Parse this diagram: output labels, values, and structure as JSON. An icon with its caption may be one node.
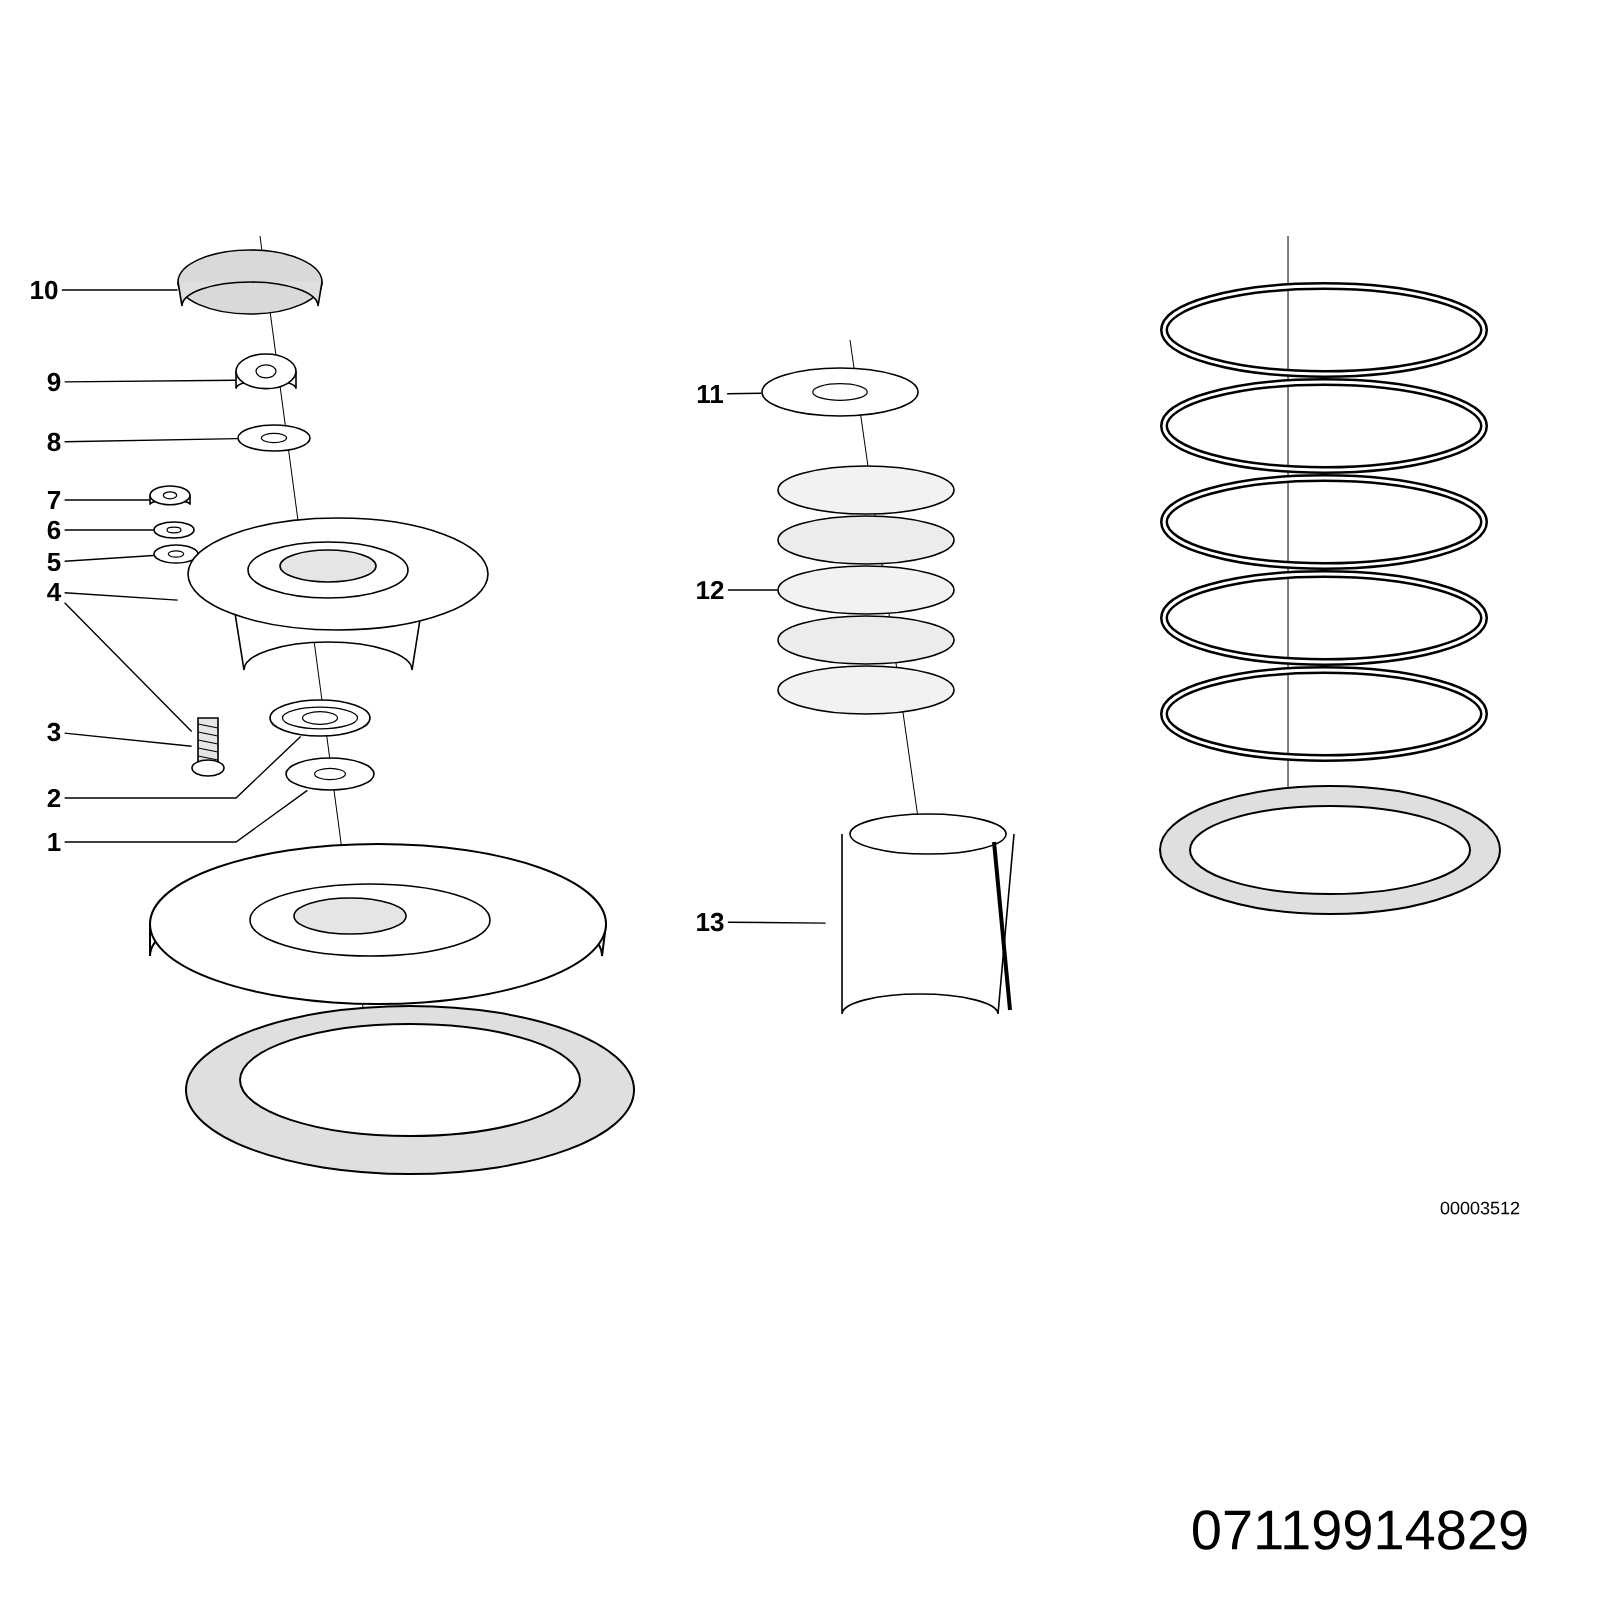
{
  "diagram": {
    "nodes": [
      {
        "text": [
          "10"
        ]
      },
      {
        "text": [
          "9"
        ]
      },
      {
        "text": [
          "8"
        ]
      },
      {
        "text": [
          "7"
        ]
      },
      {
        "text": [
          "6"
        ]
      },
      {
        "text": [
          "5"
        ]
      },
      {
        "text": [
          "4"
        ]
      },
      {
        "text": [
          "3"
        ]
      },
      {
        "text": [
          "2"
        ]
      },
      {
        "text": [
          "1"
        ]
      },
      {
        "text": [
          "11"
        ]
      },
      {
        "text": [
          "12"
        ]
      },
      {
        "text": [
          "13"
        ]
      },
      {
        "text": [],
        "shape": "picture"
      },
      {
        "text": [],
        "shape": "picture"
      },
      {
        "text": [],
        "shape": "picture"
      },
      {
        "text": [],
        "shape": "picture"
      },
      {
        "text": [],
        "shape": "picture"
      },
      {
        "text": [],
        "shape": "picture"
      },
      {
        "text": [],
        "shape": "picture"
      },
      {
        "text": [],
        "shape": "picture"
      },
      {
        "text": [],
        "shape": "picture"
      },
      {
        "text": [],
        "shape": "picture"
      },
      {
        "text": [],
        "shape": "picture"
      },
      {
        "text": [],
        "shape": "picture"
      },
      {
        "text": [],
        "shape": "picture"
      }
    ],
    "edges": [
      {
        "from": 0,
        "to": 13,
        "arrow": "none"
      },
      {
        "from": 1,
        "to": 14,
        "arrow": "none"
      },
      {
        "from": 2,
        "to": 15,
        "arrow": "none"
      },
      {
        "from": 3,
        "to": 16,
        "arrow": "none"
      },
      {
        "from": 4,
        "to": 17,
        "arrow": "none"
      },
      {
        "from": 5,
        "to": 18,
        "arrow": "none"
      },
      {
        "from": 6,
        "to": 19,
        "arrow": "none"
      },
      {
        "from": 6,
        "to": 20,
        "arrow": "none"
      },
      {
        "from": 7,
        "to": 20,
        "arrow": "none"
      },
      {
        "from": 8,
        "to": 21,
        "arrow": "none"
      },
      {
        "from": 9,
        "to": 22,
        "arrow": "none"
      },
      {
        "from": 10,
        "to": 23,
        "arrow": "none"
      },
      {
        "from": 11,
        "to": 24,
        "arrow": "none"
      },
      {
        "from": 12,
        "to": 25,
        "arrow": "none"
      }
    ],
    "labels": [
      "00003512",
      "07119914829"
    ]
  }
}
